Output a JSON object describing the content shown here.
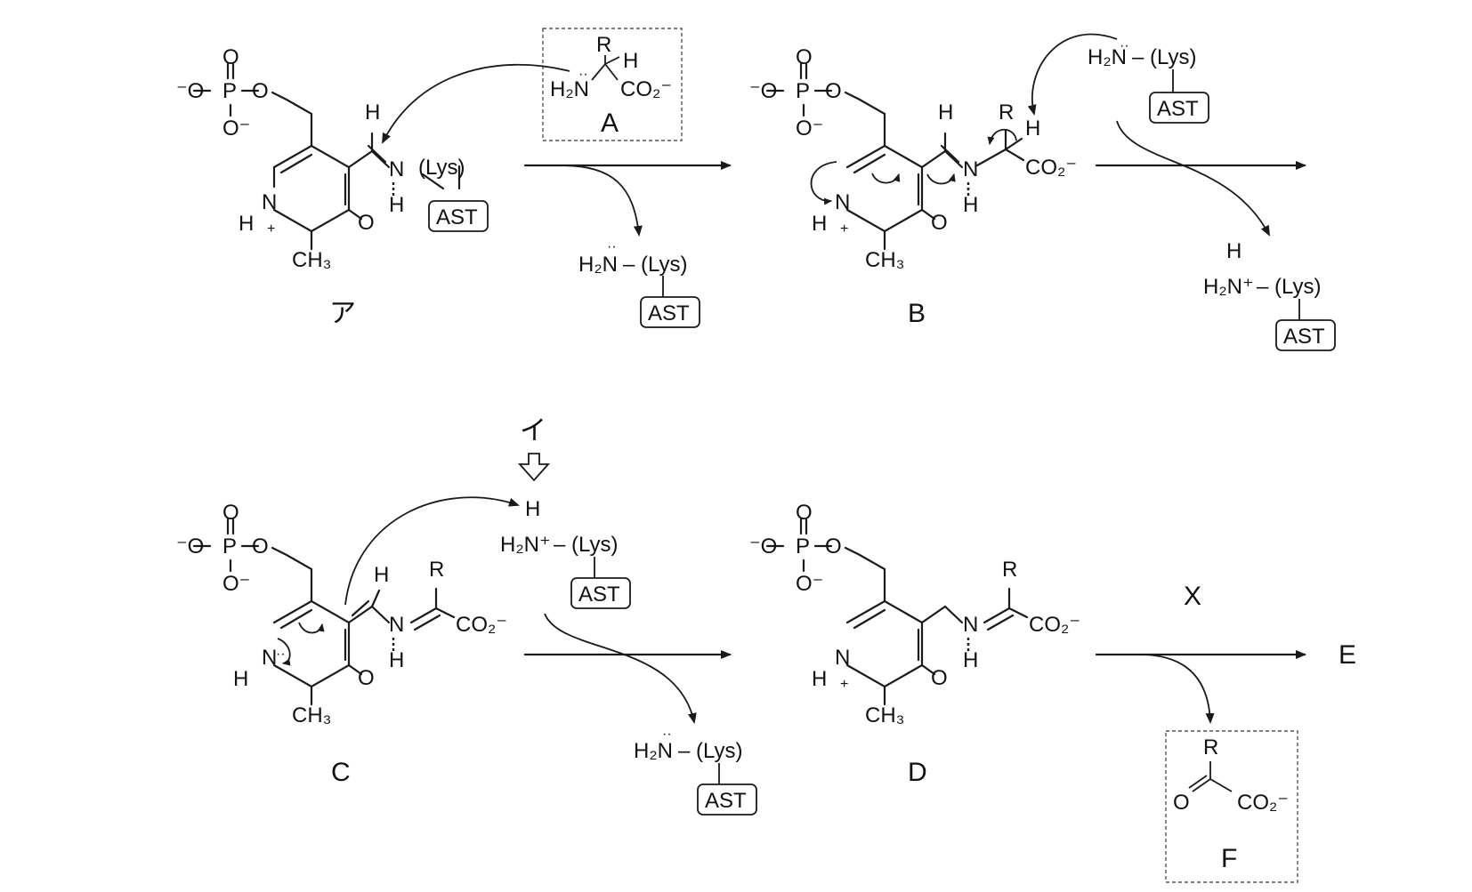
{
  "labels": {
    "A": "A",
    "B": "B",
    "C": "C",
    "D": "D",
    "E": "E",
    "F": "F",
    "X": "X",
    "a_kana": "ア",
    "i_kana": "イ"
  },
  "atoms": {
    "O": "O",
    "P": "P",
    "O_minus": "⁻O",
    "O_minus_r": "O⁻",
    "N": "N",
    "H": "H",
    "R": "R",
    "CH3": "CH₃",
    "CO2": "CO₂⁻",
    "lys": "(Lys)",
    "ast": "AST",
    "H2N": "H₂N",
    "H2N_plus": "H₂N⁺",
    "dash_lys": "– (Lys)",
    "plus": "+",
    "lone_pair": "··"
  }
}
